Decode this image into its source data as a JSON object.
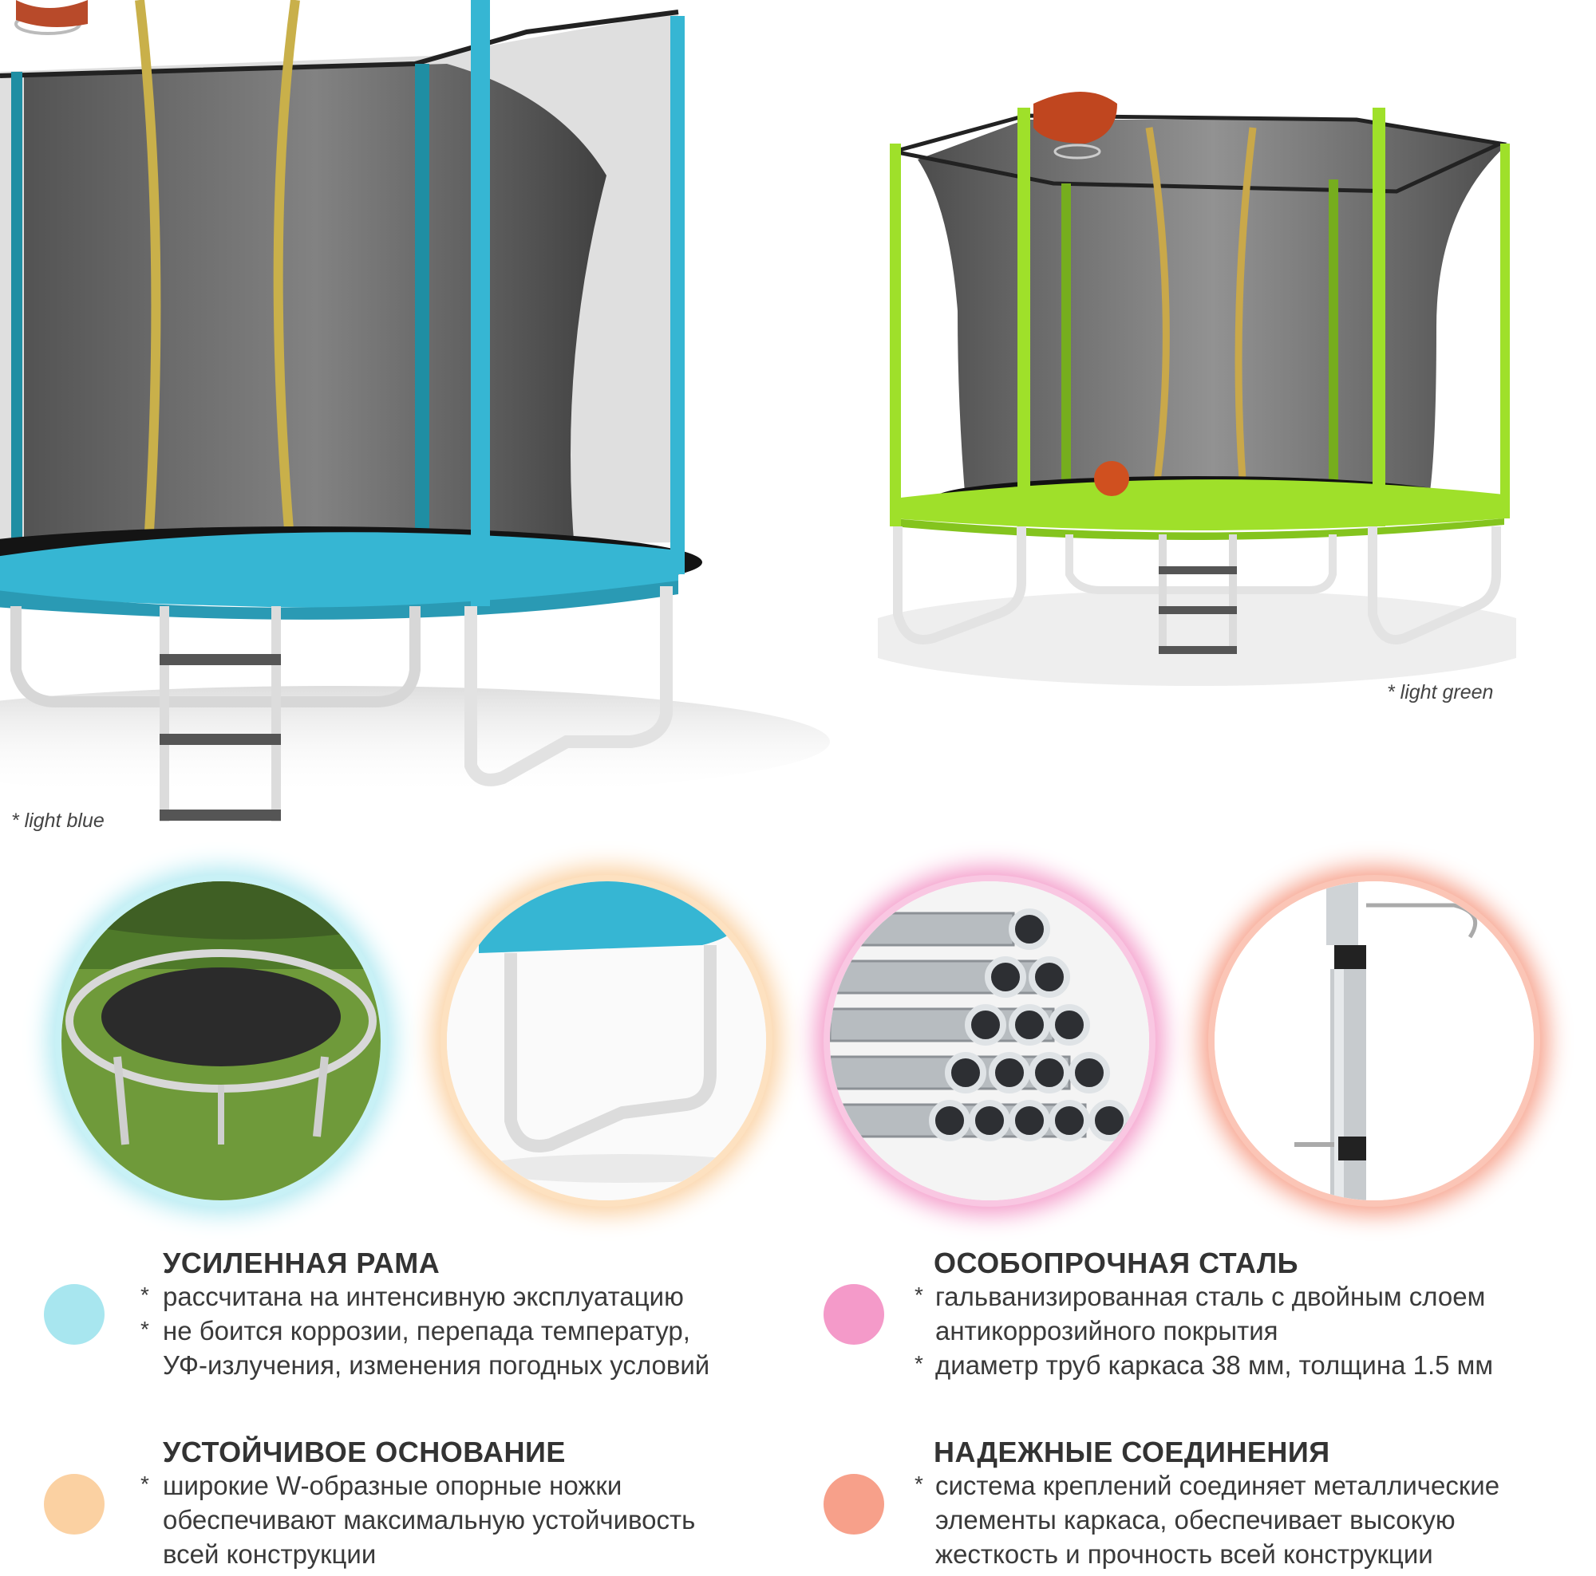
{
  "captions": {
    "blue": "* light blue",
    "green": "* light green"
  },
  "colors": {
    "cyan": "#a8e6ef",
    "orange": "#fbd1a2",
    "pink": "#f49ac9",
    "coral": "#f7a08a",
    "blue_frame": "#36b6d3",
    "green_frame": "#9fe02a"
  },
  "features": [
    {
      "title": "УСИЛЕННАЯ РАМА",
      "lines": [
        {
          "bullet": true,
          "text": "рассчитана на интенсивную эксплуатацию"
        },
        {
          "bullet": true,
          "text": "не боится коррозии, перепада температур,"
        },
        {
          "bullet": false,
          "text": "УФ-излучения, изменения погодных условий"
        }
      ]
    },
    {
      "title": "ОСОБОПРОЧНАЯ СТАЛЬ",
      "lines": [
        {
          "bullet": true,
          "text": "гальванизированная сталь с двойным слоем"
        },
        {
          "bullet": false,
          "text": "антикоррозийного покрытия"
        },
        {
          "bullet": true,
          "text": "диаметр труб каркаса 38 мм, толщина 1.5 мм"
        }
      ]
    },
    {
      "title": "УСТОЙЧИВОЕ ОСНОВАНИЕ",
      "lines": [
        {
          "bullet": true,
          "text": "широкие W-образные опорные ножки"
        },
        {
          "bullet": false,
          "text": "обеспечивают максимальную устойчивость"
        },
        {
          "bullet": false,
          "text": "всей конструкции"
        }
      ]
    },
    {
      "title": "НАДЕЖНЫЕ СОЕДИНЕНИЯ",
      "lines": [
        {
          "bullet": true,
          "text": "система креплений соединяет металлические"
        },
        {
          "bullet": false,
          "text": "элементы каркаса, обеспечивает высокую"
        },
        {
          "bullet": false,
          "text": "жесткость и прочность всей конструкции"
        }
      ]
    }
  ]
}
